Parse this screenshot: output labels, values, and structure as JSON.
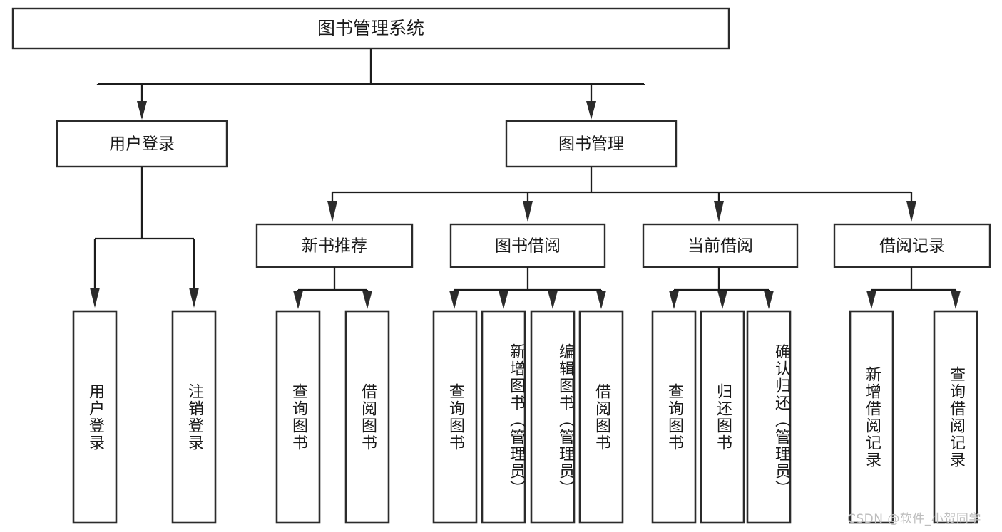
{
  "diagram": {
    "type": "tree",
    "title": "图书管理系统",
    "root": {
      "label": "图书管理系统"
    },
    "level2": [
      {
        "label": "用户登录"
      },
      {
        "label": "图书管理"
      }
    ],
    "level3": [
      {
        "label": "新书推荐"
      },
      {
        "label": "图书借阅"
      },
      {
        "label": "当前借阅"
      },
      {
        "label": "借阅记录"
      }
    ],
    "leaves": {
      "user_login": [
        {
          "label": "用户登录"
        },
        {
          "label": "注销登录"
        }
      ],
      "new_book_recommend": [
        {
          "label": "查询图书"
        },
        {
          "label": "借阅图书"
        }
      ],
      "book_borrow": [
        {
          "label": "查询图书"
        },
        {
          "label": "新增图书（管理员）"
        },
        {
          "label": "编辑图书（管理员）"
        },
        {
          "label": "借阅图书"
        }
      ],
      "current_borrow": [
        {
          "label": "查询图书"
        },
        {
          "label": "归还图书"
        },
        {
          "label": "确认归还（管理员）"
        }
      ],
      "borrow_record": [
        {
          "label": "新增借阅记录"
        },
        {
          "label": "查询借阅记录"
        }
      ]
    }
  },
  "watermark": {
    "text": "CSDN @软件_小贺同学"
  },
  "colors": {
    "background": "#ffffff",
    "box_fill": "#ffffff",
    "box_stroke": "#2b2b2b",
    "line": "#1c1c1c",
    "text": "#1a1a1a",
    "watermark": "#bdbdbd"
  }
}
